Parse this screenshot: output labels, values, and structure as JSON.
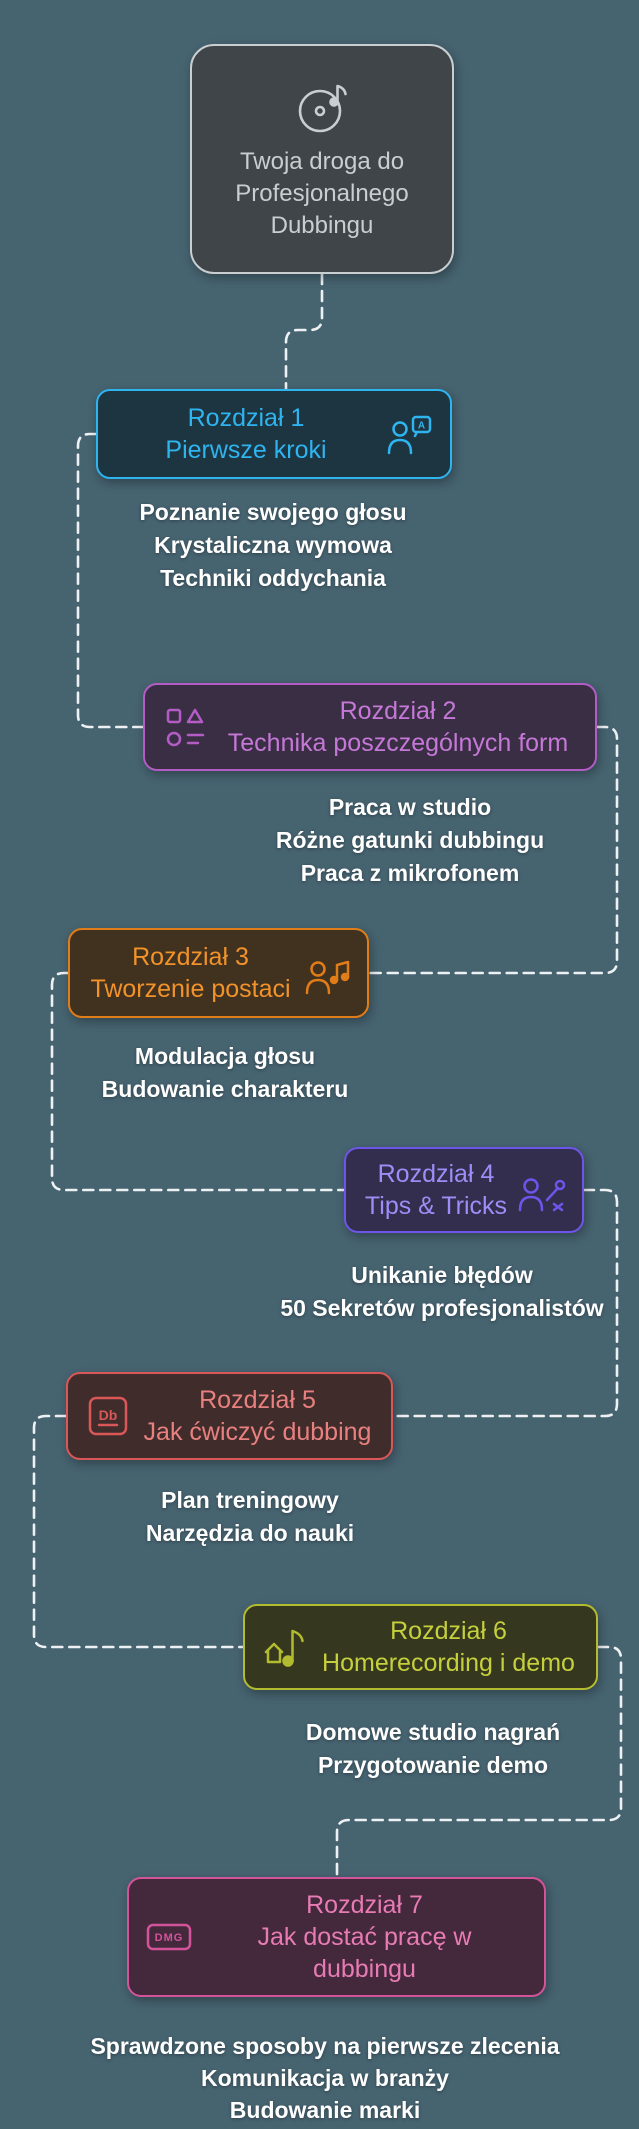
{
  "canvas": {
    "background": "#466370",
    "connector_color": "#eef1f3"
  },
  "root": {
    "lines": [
      "Twoja droga do",
      "Profesjonalnego",
      "Dubbingu"
    ],
    "accent": "#c9ced1",
    "fill": "#404549",
    "text": "#c9ced1",
    "icon": "disc-music-icon"
  },
  "chapters": [
    {
      "label": "Rozdział 1",
      "subtitle": "Pierwsze kroki",
      "accent": "#2eb4ef",
      "fill": "#1d3441",
      "text": "#2eb4ef",
      "icon": "voice-speech-icon",
      "icon_text": "A",
      "bullets": [
        "Poznanie swojego głosu",
        "Krystaliczna wymowa",
        "Techniki oddychania"
      ]
    },
    {
      "label": "Rozdział 2",
      "subtitle": "Technika poszczególnych form",
      "accent": "#b35cc6",
      "fill": "#3a2e44",
      "text": "#c678d8",
      "icon": "shapes-icon",
      "icon_text": "",
      "bullets": [
        "Praca w studio",
        "Różne gatunki dubbingu",
        "Praca z mikrofonem"
      ]
    },
    {
      "label": "Rozdział 3",
      "subtitle": "Tworzenie postaci",
      "accent": "#e07d18",
      "fill": "#41311f",
      "text": "#f1922a",
      "icon": "character-voice-icon",
      "icon_text": "",
      "bullets": [
        "Modulacja głosu",
        "Budowanie charakteru"
      ]
    },
    {
      "label": "Rozdział 4",
      "subtitle": "Tips & Tricks",
      "accent": "#6e55ea",
      "fill": "#332e4e",
      "text": "#9d8df6",
      "icon": "person-tools-icon",
      "icon_text": "",
      "bullets": [
        "Unikanie błędów",
        "50 Sekretów profesjonalistów"
      ]
    },
    {
      "label": "Rozdział 5",
      "subtitle": "Jak ćwiczyć dubbing",
      "accent": "#d95757",
      "fill": "#402d2b",
      "text": "#e98080",
      "icon": "db-practice-icon",
      "icon_text": "Db",
      "bullets": [
        "Plan treningowy",
        "Narzędzia do nauki"
      ]
    },
    {
      "label": "Rozdział 6",
      "subtitle": "Homerecording i demo",
      "accent": "#b3bb2e",
      "fill": "#35381f",
      "text": "#c6d03c",
      "icon": "home-recording-icon",
      "icon_text": "",
      "bullets": [
        "Domowe studio nagrań",
        "Przygotowanie demo"
      ]
    },
    {
      "label": "Rozdział 7",
      "subtitle": "Jak dostać pracę w dubbingu",
      "accent": "#d4549a",
      "fill": "#44283c",
      "text": "#e87bb4",
      "icon": "dmg-badge-icon",
      "icon_text": "DMG",
      "bullets": [
        "Sprawdzone sposoby na pierwsze zlecenia",
        "Komunikacja w branży",
        "Budowanie marki"
      ]
    }
  ]
}
